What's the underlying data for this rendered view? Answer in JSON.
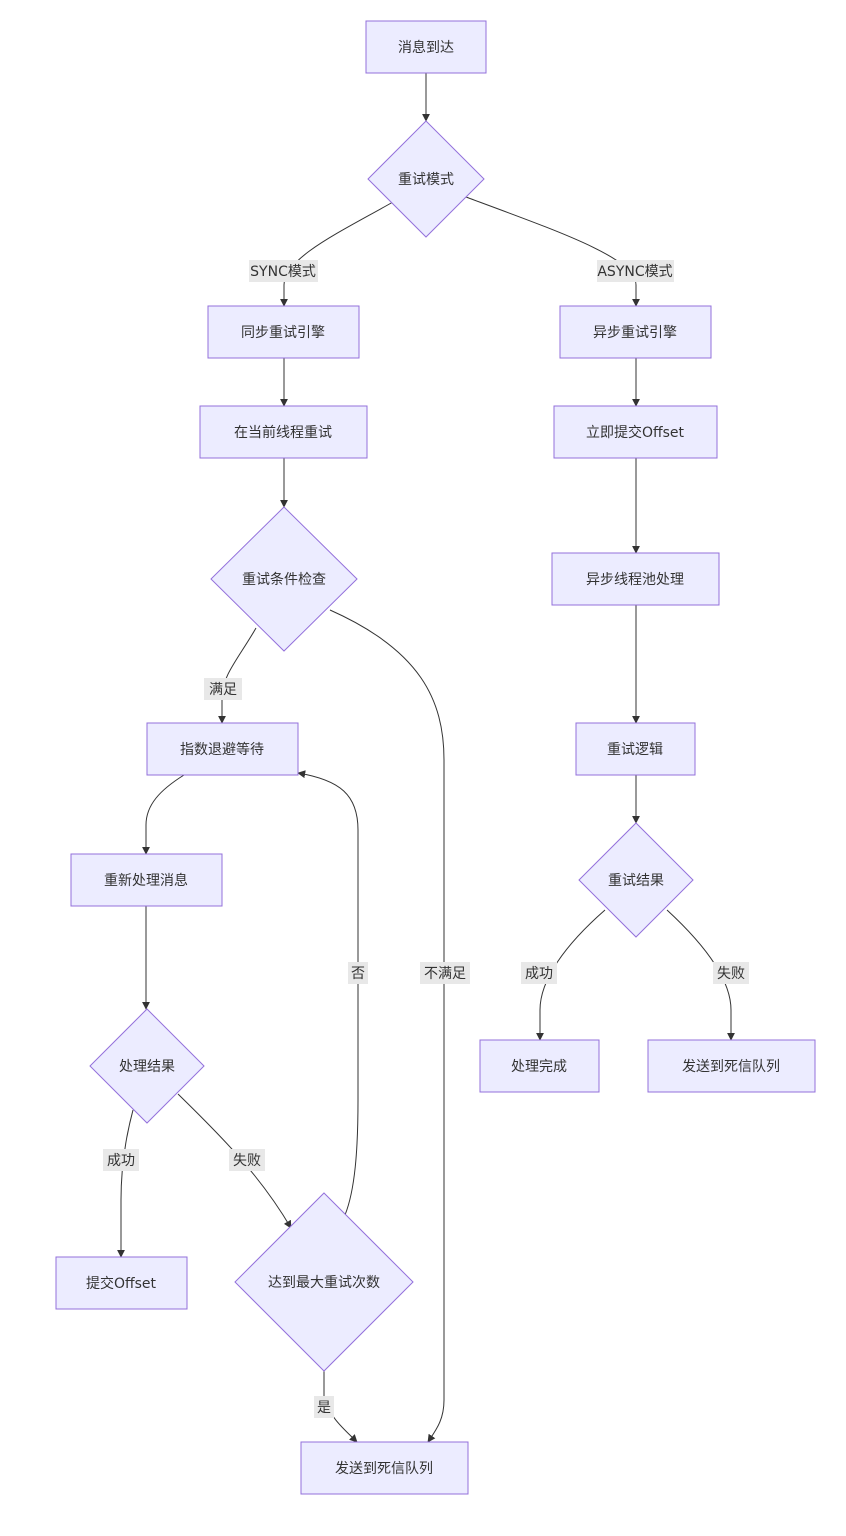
{
  "nodes": {
    "msg_arrive": "消息到达",
    "retry_mode": "重试模式",
    "sync_engine": "同步重试引擎",
    "async_engine": "异步重试引擎",
    "retry_current_thread": "在当前线程重试",
    "commit_offset_now": "立即提交Offset",
    "retry_condition_check": "重试条件检查",
    "async_pool": "异步线程池处理",
    "backoff_wait": "指数退避等待",
    "retry_logic": "重试逻辑",
    "reprocess": "重新处理消息",
    "retry_result": "重试结果",
    "process_result": "处理结果",
    "process_done": "处理完成",
    "dlq_async": "发送到死信队列",
    "commit_offset": "提交Offset",
    "max_retries": "达到最大重试次数",
    "dlq_sync": "发送到死信队列"
  },
  "edge_labels": {
    "sync_mode": "SYNC模式",
    "async_mode": "ASYNC模式",
    "satisfied": "满足",
    "not_satisfied": "不满足",
    "no": "否",
    "yes": "是",
    "success_sync": "成功",
    "fail_sync": "失败",
    "success_async": "成功",
    "fail_async": "失败"
  },
  "colors": {
    "node_fill": "#ECECFF",
    "node_stroke": "#9370DB",
    "edge": "#333333",
    "label_bg": "#e8e8e8"
  }
}
